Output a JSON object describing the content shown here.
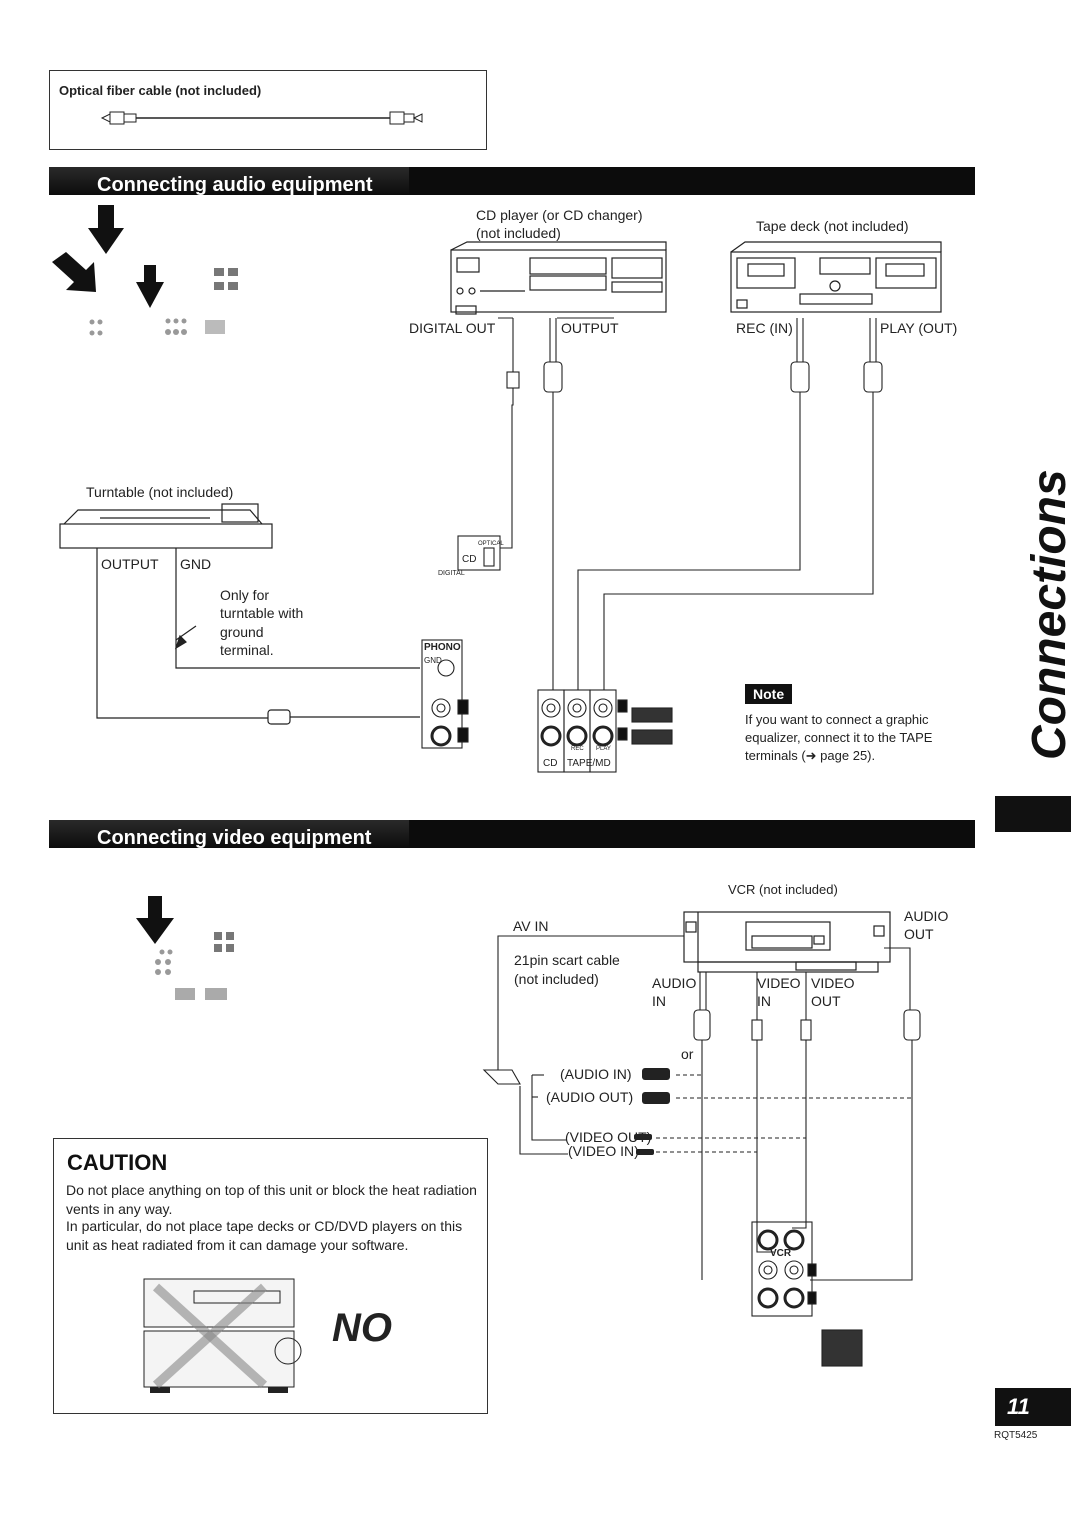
{
  "optical_box": {
    "label": "Optical fiber cable (not included)"
  },
  "audio_section": {
    "title": "Connecting audio equipment",
    "cd_player": "CD player (or CD changer)",
    "cd_player_sub": "(not included)",
    "tape_deck": "Tape deck (not included)",
    "digital_out": "DIGITAL OUT",
    "output": "OUTPUT",
    "rec_in": "REC (IN)",
    "play_out": "PLAY (OUT)",
    "turntable": "Turntable (not included)",
    "tt_output": "OUTPUT",
    "tt_gnd": "GND",
    "only_for": "Only for",
    "turntable_with": "turntable with",
    "ground": "ground",
    "terminal": "terminal.",
    "phono": "PHONO",
    "gnd_small": "GND",
    "cd_small": "CD",
    "digital_small": "DIGITAL",
    "optical_small": "OPTICAL",
    "cd_label": "CD",
    "tape_md": "TAPE/MD",
    "rec_small": "REC",
    "play_small": "PLAY"
  },
  "note": {
    "badge": "Note",
    "line1": "If you want to connect a graphic",
    "line2": "equalizer, connect it to the TAPE",
    "line3": "terminals (➜ page 25)."
  },
  "video_section": {
    "title": "Connecting video equipment",
    "vcr": "VCR (not included)",
    "av_in": "AV IN",
    "audio_out_top1": "AUDIO",
    "audio_out_top2": "OUT",
    "scart1": "21pin scart cable",
    "scart2": "(not included)",
    "audio_in1": "AUDIO",
    "audio_in2": "IN",
    "video_in1": "VIDEO",
    "video_in2": "IN",
    "video_out1": "VIDEO",
    "video_out2": "OUT",
    "or": "or",
    "audio_in_paren": "(AUDIO IN)",
    "audio_out_paren": "(AUDIO OUT)",
    "video_out_paren": "(VIDEO OUT)",
    "video_in_paren": "(VIDEO IN)",
    "vcr_small": "VCR"
  },
  "caution": {
    "title": "CAUTION",
    "p1": "Do not place anything on top of this unit or block the heat radiation vents in any way.",
    "p2": "In particular, do not place tape decks or CD/DVD players on this unit as heat radiated from it can damage your software.",
    "no": "NO"
  },
  "sidebar": {
    "word": "Connections"
  },
  "footer": {
    "page": "11",
    "code": "RQT5425"
  },
  "colors": {
    "banner": "#0c0c0c",
    "text": "#222222",
    "page": "#ffffff"
  }
}
